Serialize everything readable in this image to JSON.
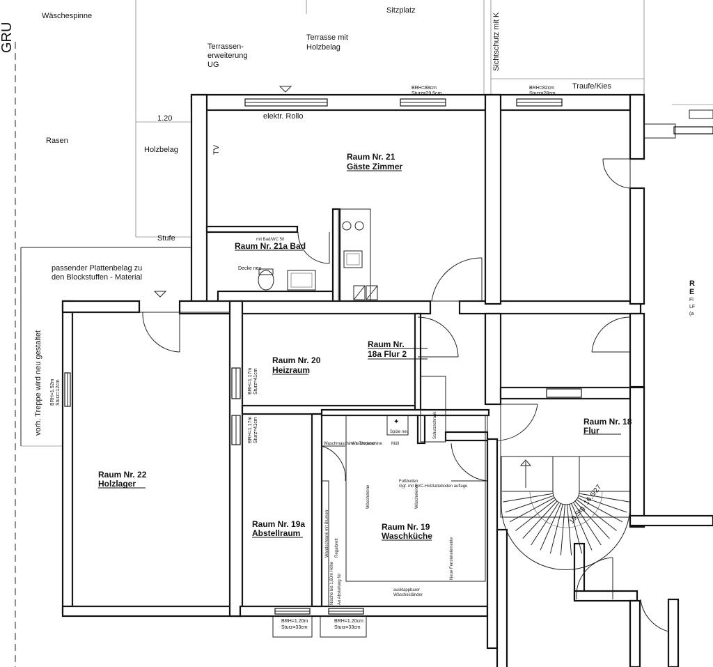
{
  "rooms": {
    "r21": {
      "number": "Raum Nr. 21",
      "name": "Gäste Zimmer"
    },
    "r21a": {
      "number": "Raum Nr. 21a",
      "name": "Bad"
    },
    "r22": {
      "number": "Raum Nr. 22",
      "name": "Holzlager"
    },
    "r20": {
      "number": "Raum Nr. 20",
      "name": "Heizraum"
    },
    "r18a": {
      "number": "Raum Nr.",
      "name": "18a Flur 2"
    },
    "r19a": {
      "number": "Raum Nr. 19a",
      "name": "Abstellraum"
    },
    "r19": {
      "number": "Raum Nr. 19",
      "name": "Waschküche"
    },
    "r18": {
      "number": "Raum Nr. 18",
      "name": "Flur"
    }
  },
  "labels": {
    "waeschespinne": "Wäschespinne",
    "sitzplatz": "Sitzplatz",
    "sichtschutz": "Sichtschutz mit K",
    "terrassen_1": "Terrassen-",
    "terrassen_2": "erweiterung",
    "terrassen_3": "UG",
    "terrasse_1": "Terrasse mit",
    "terrasse_2": "Holzbelag",
    "rollo": "elektr. Rollo",
    "traufe": "Traufe/Kies",
    "rasen": "Rasen",
    "holzbelag": "Holzbelag",
    "tv": "TV",
    "stufe": "Stufe",
    "platten_1": "passender Plattenbelag zu",
    "platten_2": "den Blockstuffen - Material",
    "treppe_1": "vorh. Treppe wird neu gestaltet",
    "dim_120": "1.20",
    "gru": "GRU",
    "stair": "19 Stg. 16,6/27",
    "schutzschrank": "Schutzschrank",
    "edge_r1": "R",
    "edge_r2": "E",
    "edge_r3": "Fl",
    "edge_r4": "LF",
    "edge_r5": "(a",
    "waschmaschine_trockner": "Waschmaschine + Trockner",
    "waschmaschine": "Waschmaschine",
    "muell": "Müll",
    "spuele": "Spüle neu",
    "fussboden_1": "Fußboden",
    "fussboden_2": "Ggf. mit PVC-Holzlatteboden auflage",
    "waschleine_1": "Wäscheleine",
    "waschleine_2": "Wäscheleine",
    "fenster_neu": "Neue Fensterelemente",
    "ausklapp_1": "ausklappbarer",
    "ausklapp_2": "Wäscheständer",
    "regal_1": "Wandschrank mit Blumen",
    "regal_2": "Regalbrett",
    "regal_3": "Nische bis 1,60m Höhe",
    "regal_4": "An Abstellung für",
    "bad_note": "mit Bad/WC 50",
    "bad_decke": "Decke neu"
  },
  "windows": {
    "w1_brh": "BRH=88cm",
    "w1_sturz": "Sturz=29.5cm",
    "w2_brh": "BRH=82cm",
    "w2_sturz": "Sturz=28cm",
    "w3_brh": "BRH=1.52m",
    "w3_sturz": "Sturz=12cm",
    "w4_brh": "BRH=1.17m",
    "w4_sturz": "Sturz=41cm",
    "w5_brh": "BRH=1.17m",
    "w5_sturz": "Sturz=41cm",
    "w6_brh": "BRH=1.20m",
    "w6_sturz": "Sturz=33cm",
    "w7_brh": "BRH=1.20cm",
    "w7_sturz": "Sturz=33cm"
  },
  "stair_steps": 19
}
